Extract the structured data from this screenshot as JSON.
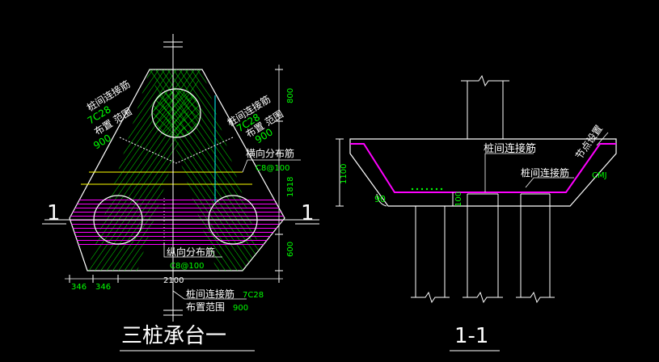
{
  "plan": {
    "title": "三桩承台一",
    "section_mark_left": "1",
    "section_mark_right": "1",
    "left_label": {
      "line1": "桩间连接筋",
      "line2": "7C28",
      "line3": "布置 范围",
      "line4": "900"
    },
    "right_label": {
      "line1": "桩间连接筋",
      "line2": "7C28",
      "line3": "布置 范围",
      "line4": "900"
    },
    "transverse": {
      "name": "横向分布筋",
      "spec": "C8@100"
    },
    "longitudinal": {
      "name": "纵向分布筋",
      "spec": "C8@100"
    },
    "bottom_label": {
      "line1": "桩间连接筋",
      "line1_spec": "7C28",
      "line2": "布置范围",
      "line2_spec": "900"
    },
    "dims": {
      "top": "800",
      "middle": "1818",
      "bottom": "600",
      "b1": "346",
      "b2": "346",
      "width": "2100"
    }
  },
  "section": {
    "title": "1-1",
    "label_top": "桩间连接筋",
    "label_right": "桩间连接筋",
    "label_cmj": "CMJ",
    "label_node": "节点设置",
    "dim_height": "1100",
    "dim_small": "100",
    "angle": "90"
  },
  "colors": {
    "line": "#ffffff",
    "rebar": "#ff00ff",
    "hatch": "#00ff00",
    "dim": "#00ff00",
    "cyan": "#00ffff",
    "yellow": "#ffff00"
  }
}
